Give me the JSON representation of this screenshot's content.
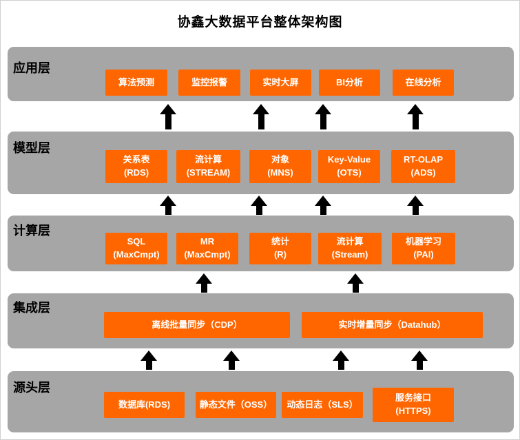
{
  "title": "协鑫大数据平台整体架构图",
  "colors": {
    "band": "#a6a6a6",
    "box": "#ff6600",
    "arrow": "#000000",
    "background": "#ffffff"
  },
  "layers": {
    "application": {
      "label": "应用层",
      "boxes": [
        {
          "line1": "算法预测"
        },
        {
          "line1": "监控报警"
        },
        {
          "line1": "实时大屏"
        },
        {
          "line1": "BI分析"
        },
        {
          "line1": "在线分析"
        }
      ]
    },
    "model": {
      "label": "模型层",
      "boxes": [
        {
          "line1": "关系表",
          "line2": "(RDS)"
        },
        {
          "line1": "流计算",
          "line2": "(STREAM)"
        },
        {
          "line1": "对象",
          "line2": "(MNS)"
        },
        {
          "line1": "Key-Value",
          "line2": "(OTS)"
        },
        {
          "line1": "RT-OLAP",
          "line2": "(ADS)"
        }
      ]
    },
    "compute": {
      "label": "计算层",
      "boxes": [
        {
          "line1": "SQL",
          "line2": "(MaxCmpt)"
        },
        {
          "line1": "MR",
          "line2": "(MaxCmpt)"
        },
        {
          "line1": "统计",
          "line2": "(R)"
        },
        {
          "line1": "流计算",
          "line2": "(Stream)"
        },
        {
          "line1": "机器学习",
          "line2": "(PAI)"
        }
      ]
    },
    "integration": {
      "label": "集成层",
      "boxes": [
        {
          "line1": "离线批量同步（CDP）"
        },
        {
          "line1": "实时增量同步（Datahub）"
        }
      ]
    },
    "source": {
      "label": "源头层",
      "boxes": [
        {
          "line1": "数据库(RDS)"
        },
        {
          "line1": "静态文件（OSS）"
        },
        {
          "line1": "动态日志（SLS）"
        },
        {
          "line1": "服务接口",
          "line2": "(HTTPS)"
        }
      ]
    }
  }
}
